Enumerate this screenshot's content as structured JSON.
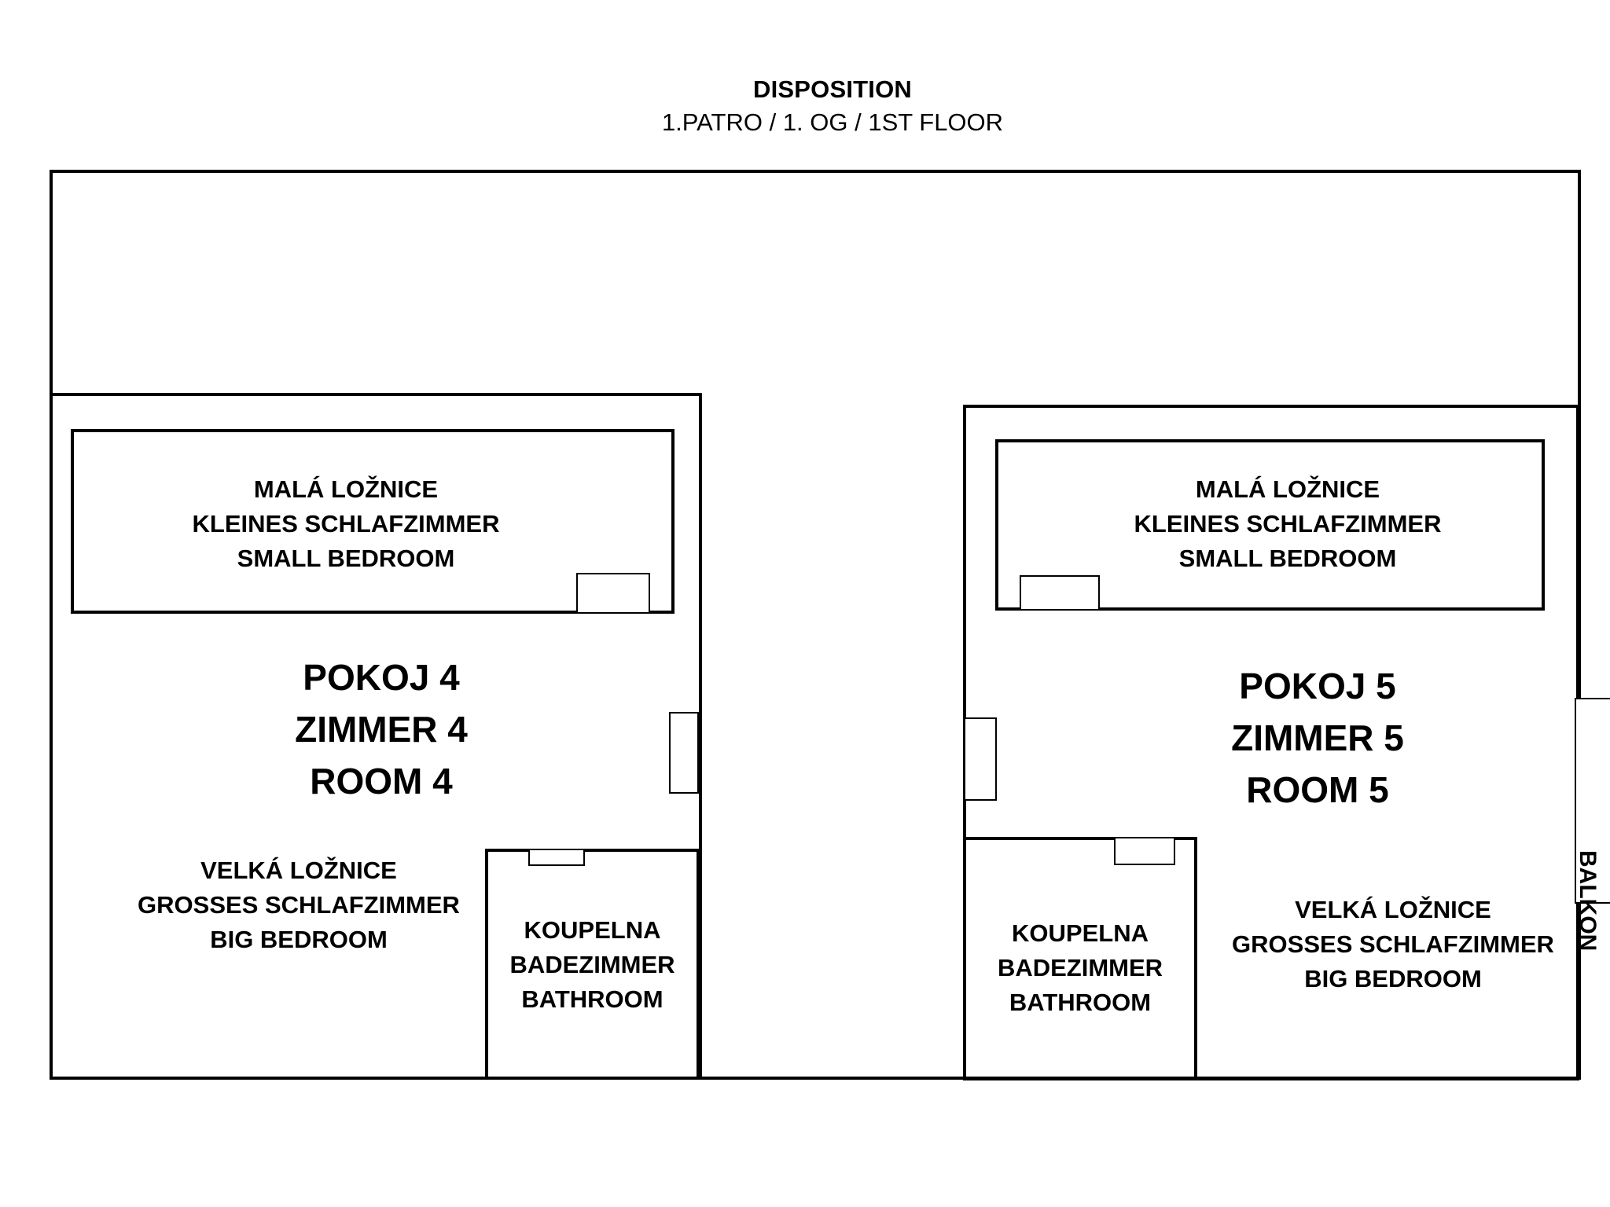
{
  "header": {
    "title": "DISPOSITION",
    "subtitle": "1.PATRO / 1. OG / 1ST FLOOR"
  },
  "room4": {
    "name": [
      "POKOJ 4",
      "ZIMMER 4",
      "ROOM 4"
    ],
    "small_bedroom": [
      "MALÁ LOŽNICE",
      "KLEINES SCHLAFZIMMER",
      "SMALL BEDROOM"
    ],
    "big_bedroom": [
      "VELKÁ LOŽNICE",
      "GROSSES SCHLAFZIMMER",
      "BIG BEDROOM"
    ],
    "bathroom": [
      "KOUPELNA",
      "BADEZIMMER",
      "BATHROOM"
    ]
  },
  "room5": {
    "name": [
      "POKOJ 5",
      "ZIMMER 5",
      "ROOM 5"
    ],
    "small_bedroom": [
      "MALÁ LOŽNICE",
      "KLEINES SCHLAFZIMMER",
      "SMALL BEDROOM"
    ],
    "big_bedroom": [
      "VELKÁ LOŽNICE",
      "GROSSES SCHLAFZIMMER",
      "BIG BEDROOM"
    ],
    "bathroom": [
      "KOUPELNA",
      "BADEZIMMER",
      "BATHROOM"
    ]
  },
  "balcony_label": "BALKON"
}
